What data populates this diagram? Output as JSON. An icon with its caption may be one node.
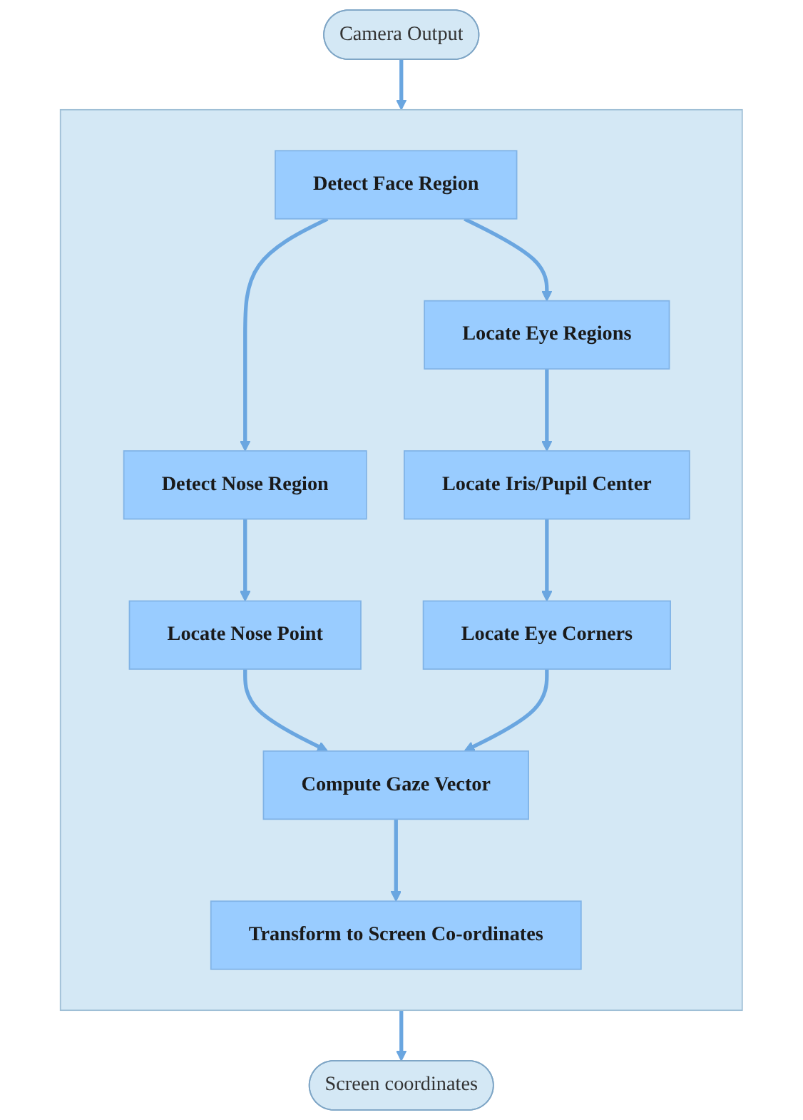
{
  "diagram": {
    "nodes": [
      {
        "text": [
          "Camera Output"
        ]
      },
      {
        "text": [],
        "shape": "box"
      },
      {
        "text": [
          "Detect Face Region"
        ],
        "in": 1
      },
      {
        "text": [
          "Detect Nose Region"
        ],
        "in": 1
      },
      {
        "text": [
          "Locate Eye Regions"
        ],
        "in": 1
      },
      {
        "text": [
          "Locate Nose Point"
        ],
        "in": 1
      },
      {
        "text": [
          "Locate Iris/Pupil Center"
        ],
        "in": 1
      },
      {
        "text": [
          "Locate Eye Corners"
        ],
        "in": 1
      },
      {
        "text": [
          "Compute Gaze Vector"
        ],
        "in": 1
      },
      {
        "text": [
          "Transform to Screen Co-ordinates"
        ],
        "in": 1
      },
      {
        "text": [
          "Screen coordinates"
        ]
      }
    ],
    "edges": [
      {
        "from": 0,
        "to": 1,
        "arrow": "to"
      },
      {
        "from": 2,
        "to": 3,
        "arrow": "to"
      },
      {
        "from": 2,
        "to": 4,
        "arrow": "to"
      },
      {
        "from": 3,
        "to": 5,
        "arrow": "to"
      },
      {
        "from": 4,
        "to": 6,
        "arrow": "to"
      },
      {
        "from": 6,
        "to": 7,
        "arrow": "to"
      },
      {
        "from": 5,
        "to": 8,
        "arrow": "to"
      },
      {
        "from": 7,
        "to": 8,
        "arrow": "to"
      },
      {
        "from": 8,
        "to": 9,
        "arrow": "to"
      },
      {
        "from": 1,
        "to": 10,
        "arrow": "to"
      }
    ]
  }
}
